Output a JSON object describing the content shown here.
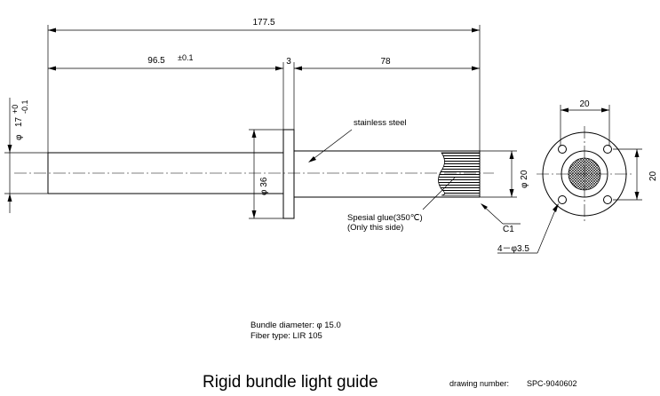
{
  "dimensions": {
    "overall_length": "177.5",
    "left_length": "96.5",
    "left_tol": "±0.1",
    "flange_thickness": "3",
    "right_length": "78",
    "shaft_dia_symbol": "φ",
    "shaft_dia": "17",
    "shaft_tol_upper": "+0",
    "shaft_tol_lower": "-0.1",
    "flange_dia": "φ 36",
    "tube_dia": "φ 20",
    "chamfer": "C1",
    "end_width": "20",
    "end_height": "20",
    "holes": "4－φ3.5"
  },
  "callouts": {
    "material": "stainless steel",
    "glue": "Spesial glue(350℃)",
    "glue_note": "(Only this side)"
  },
  "specs": {
    "bundle_diameter": "Bundle diameter:  φ 15.0",
    "fiber_type": "Fiber type: LIR 105"
  },
  "title_block": {
    "title": "Rigid bundle light guide",
    "drawing_number_label": "drawing number:",
    "drawing_number": "SPC-9040602"
  }
}
